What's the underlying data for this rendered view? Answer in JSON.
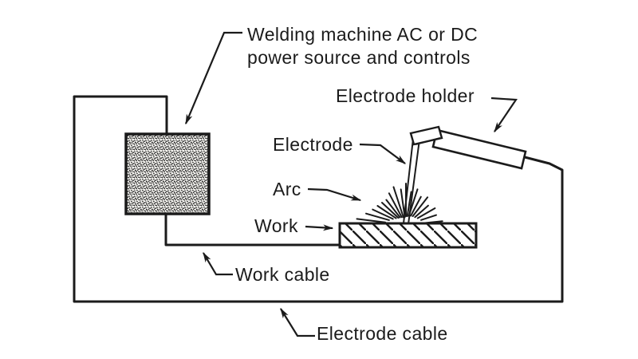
{
  "diagram": {
    "labels": {
      "machine_line1": "Welding machine AC or DC",
      "machine_line2": "power source and controls",
      "electrode_holder": "Electrode holder",
      "electrode": "Electrode",
      "arc": "Arc",
      "work": "Work",
      "work_cable": "Work cable",
      "electrode_cable": "Electrode cable"
    },
    "colors": {
      "ink": "#1b1b1b",
      "background": "#ffffff",
      "machine_fill": "#f7f6f2"
    }
  }
}
